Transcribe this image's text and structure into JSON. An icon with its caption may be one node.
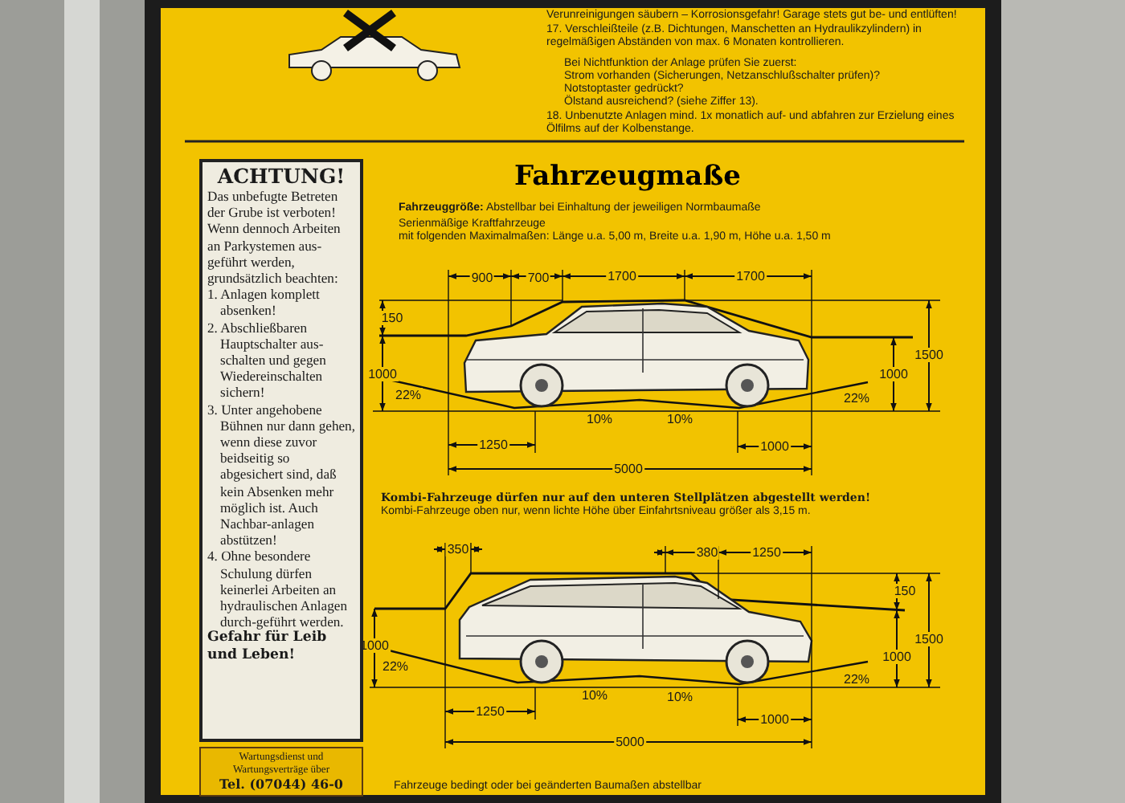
{
  "diagram": {
    "title": "Fahrzeugmaße",
    "nodes": [
      {
        "text": [
          "ACHTUNG!",
          "Das unbefugte Betreten der Grube ist verboten! Wenn dennoch Arbeiten an Parkystemen aus-geführt werden, grundsätzlich beachten:",
          "1. Anlagen komplett absenken!",
          "2. Abschließbaren Hauptschalter aus-schalten und gegen Wiedereinschalten sichern!",
          "3. Unter angehobene Bühnen nur dann gehen, wenn diese zuvor beidseitig so abgesichert sind, daß kein Absenken mehr möglich ist. Auch Nachbar-anlagen abstützen!",
          "4. Ohne besondere Schulung dürfen keinerlei Arbeiten an hydraulischen Anlagen durch-geführt werden.",
          "Gefahr für Leib und Leben!"
        ]
      },
      {
        "text": [
          "Wartungsdienst und Wartungsverträge über",
          "Tel. (07044) 46-0"
        ]
      }
    ],
    "labels": [
      "Verunreinigungen säubern – Korrosionsgefahr! Garage stets gut be- und entlüften!",
      "17. Verschleißteile (z.B. Dichtungen, Manschetten an Hydraulikzylindern) in regelmäßigen Abständen von max. 6 Monaten kontrollieren.",
      "Bei Nichtfunktion der Anlage prüfen Sie zuerst:",
      "Strom vorhanden (Sicherungen, Netzanschlußschalter prüfen)?",
      "Notstoptaster gedrückt?",
      "Ölstand ausreichend? (siehe Ziffer 13).",
      "18. Unbenutzte Anlagen mind. 1x monatlich auf- und abfahren zur Erzielung eines Ölfilms auf der Kolbenstange.",
      "**Fahrzeuggröße:** Abstellbar bei Einhaltung der jeweiligen Normbaumaße",
      "Serienmäßige Kraftfahrzeuge",
      "mit folgenden Maximalmaßen: Länge u.a. 5,00 m, Breite u.a. 1,90 m, Höhe u.a. 1,50 m",
      "900",
      "700",
      "1700",
      "1700",
      "150",
      "1500",
      "1000",
      "22%",
      "1000",
      "22%",
      "10%",
      "10%",
      "1250",
      "1000",
      "5000",
      "Kombi-Fahrzeuge dürfen nur auf den unteren Stellplätzen abgestellt werden!",
      "Kombi-Fahrzeuge oben nur, wenn lichte Höhe über Einfahrtsniveau größer als 3,15 m.",
      "350",
      "380",
      "1250",
      "150",
      "1500",
      "1000",
      "22%",
      "1000",
      "22%",
      "10%",
      "10%",
      "1250",
      "1000",
      "5000",
      "Fahrzeuge bedingt oder bei geänderten Baumaßen abstellbar"
    ]
  }
}
